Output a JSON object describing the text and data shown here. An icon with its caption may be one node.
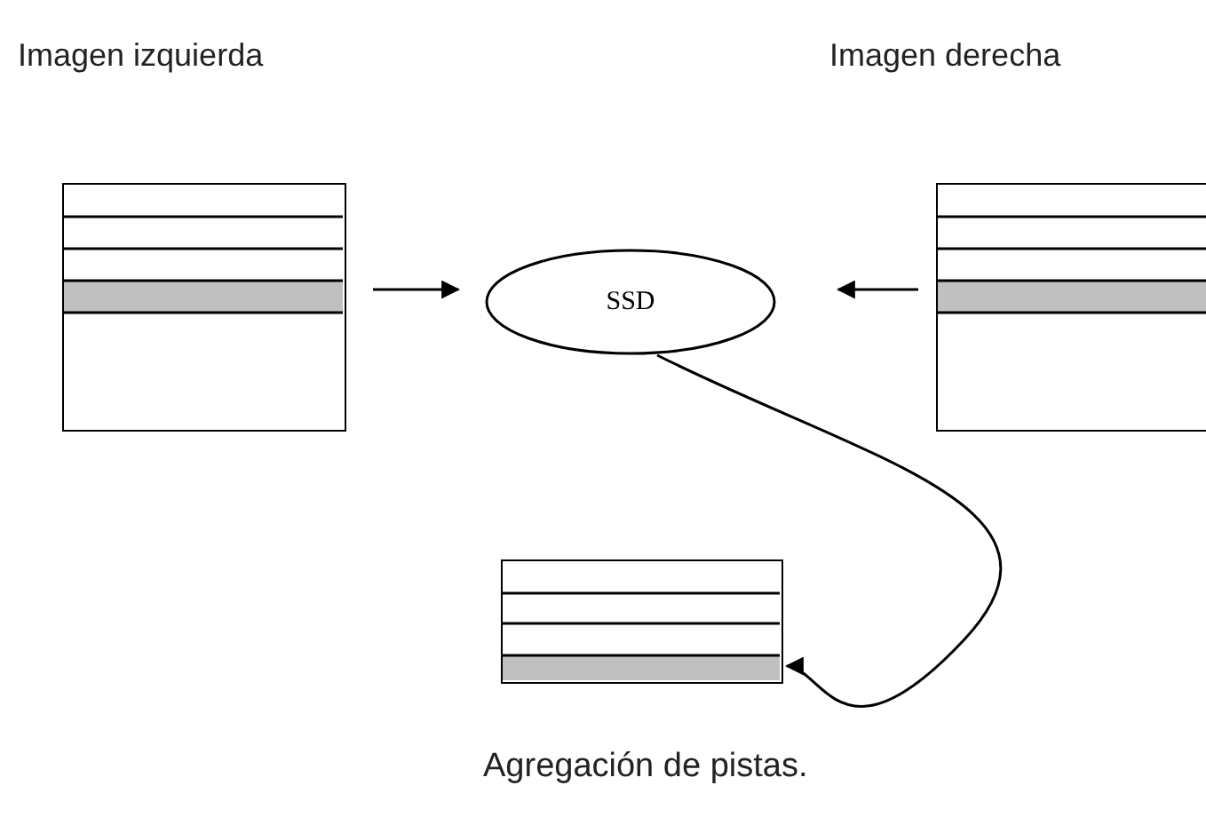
{
  "diagram": {
    "caption": "Agregación de pistas.",
    "nodes": [
      {
        "text": [
          "Imagen izquierda"
        ]
      },
      {
        "text": [
          "Imagen derecha"
        ]
      },
      {
        "text": [
          "SSD"
        ]
      },
      {
        "text": [],
        "shape": "box"
      }
    ],
    "edges": [
      {
        "from": 0,
        "to": 2,
        "arrow": "to"
      },
      {
        "from": 1,
        "to": 2,
        "arrow": "to"
      },
      {
        "from": 2,
        "to": 3,
        "arrow": "to"
      }
    ]
  }
}
